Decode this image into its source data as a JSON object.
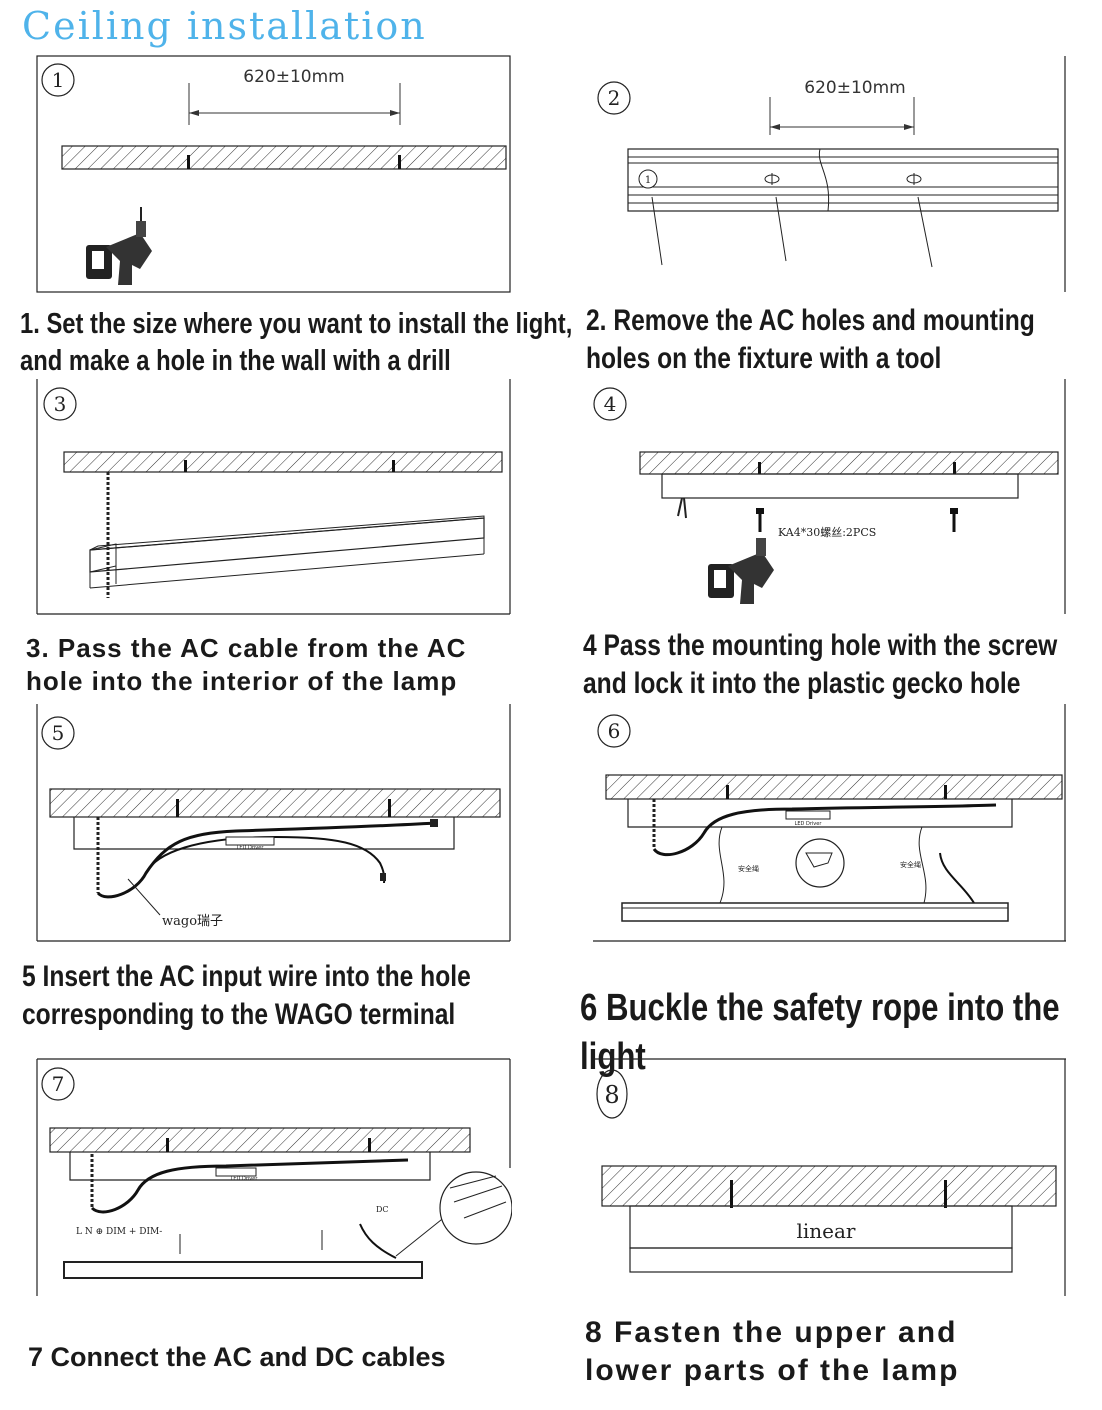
{
  "title": "Ceiling installation",
  "steps": [
    {
      "num": "1",
      "caption_lines": [
        "1. Set the size where you want to install the light,",
        "and make a hole in the wall with a drill"
      ],
      "dimension": "620±10mm"
    },
    {
      "num": "2",
      "caption_lines": [
        "2. Remove the AC holes and mounting",
        "holes on the fixture with a tool"
      ],
      "dimension": "620±10mm",
      "inner_num": "1"
    },
    {
      "num": "3",
      "caption_lines": [
        "3. Pass the AC cable from the AC",
        "hole into the interior of the lamp"
      ]
    },
    {
      "num": "4",
      "caption_lines": [
        "4 Pass the mounting hole with the screw",
        "and lock it into the plastic gecko hole"
      ],
      "screw_label": "KA4*30螺丝:2PCS"
    },
    {
      "num": "5",
      "caption_lines": [
        "5 Insert the AC input wire into the hole",
        "corresponding to the WAGO terminal"
      ],
      "wago_label": "wago瑞子",
      "driver_label": "LED Driver"
    },
    {
      "num": "6",
      "caption_lines": [
        "6 Buckle the safety rope into the light"
      ],
      "rope_label_left": "安全绳",
      "rope_label_right": "安全绳",
      "driver_label": "LED Driver"
    },
    {
      "num": "7",
      "caption_lines": [
        "7 Connect the AC and DC cables"
      ],
      "terminal_labels": "L N ⊕ DIM + DIM-",
      "dc_label": "DC",
      "driver_label": "LED Driver"
    },
    {
      "num": "8",
      "caption_lines": [
        "8 Fasten the upper and",
        "lower parts of the lamp"
      ],
      "lamp_label": "linear"
    }
  ]
}
